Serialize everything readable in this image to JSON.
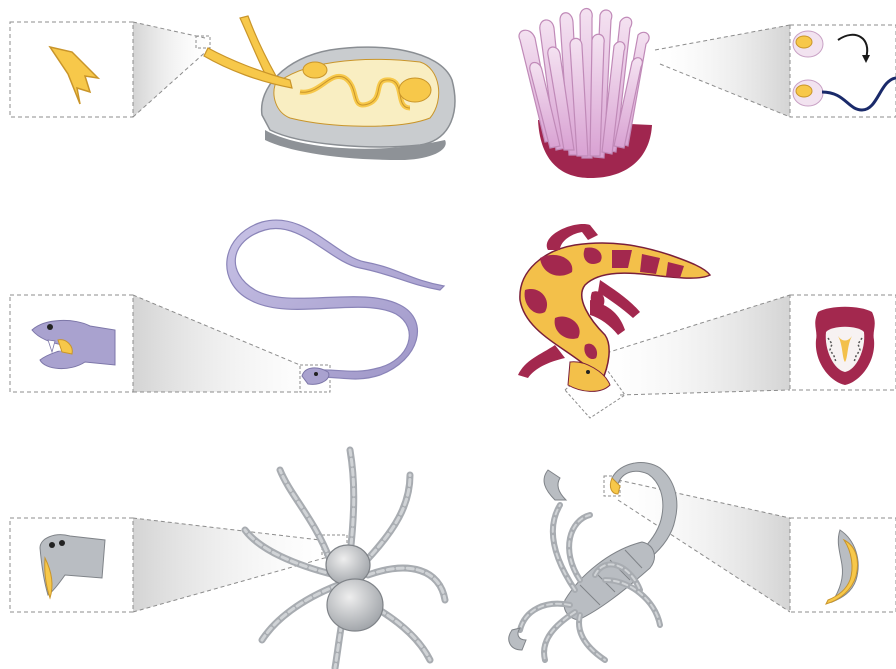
{
  "figure": {
    "panels": [
      {
        "animal": "cone-snail",
        "venom_apparatus": "harpoon-tooth"
      },
      {
        "animal": "sea-anemone",
        "venom_apparatus": "nematocyst"
      },
      {
        "animal": "snake",
        "venom_apparatus": "fangs"
      },
      {
        "animal": "gila-monster",
        "venom_apparatus": "grooved-teeth"
      },
      {
        "animal": "spider",
        "venom_apparatus": "chelicerae"
      },
      {
        "animal": "scorpion",
        "venom_apparatus": "telson-stinger"
      }
    ],
    "colors": {
      "venom": "#f7c84a",
      "venom_stroke": "#c9952a",
      "anemone": "#e6b8e0",
      "anemone_base": "#a0264f",
      "snake": "#a9a2cf",
      "gila_dark": "#a3284e",
      "gila_light": "#f3c04a",
      "arthropod": "#b9bdc2",
      "shell": "#c9cccf",
      "callout_fill": "#ececec",
      "dash": "#8c8c8c",
      "thread": "#1a2a6a"
    }
  }
}
